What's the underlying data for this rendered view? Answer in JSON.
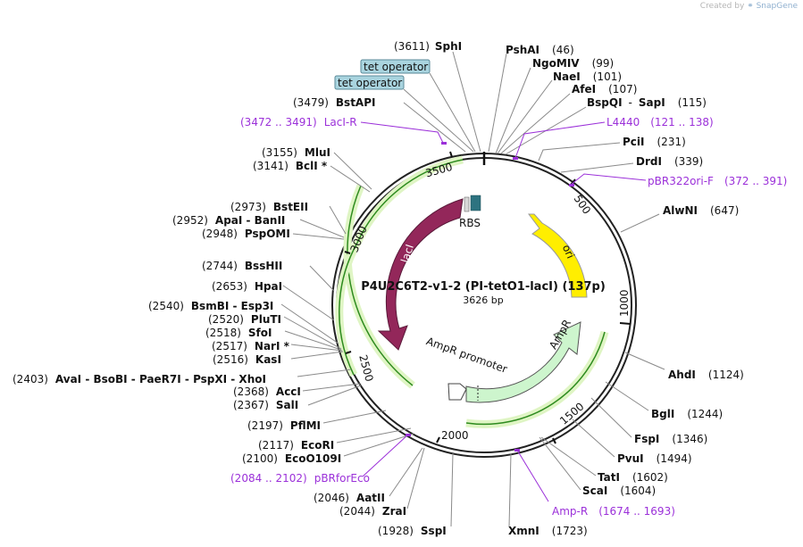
{
  "credit": {
    "text": "Created by",
    "brand": "SnapGene"
  },
  "plasmid": {
    "name": "P4U2C6T2-v1-2 (PI-tetO1-lacI) (137p)",
    "size": "3626 bp"
  },
  "ticks": [
    "500",
    "1000",
    "1500",
    "2000",
    "2500",
    "3000",
    "3500"
  ],
  "features": {
    "lacI": "lacI",
    "ori": "ori",
    "AmpR": "AmpR",
    "AmpR_promoter": "AmpR promoter",
    "RBS": "RBS",
    "tet_operator_1": "tet operator",
    "tet_operator_2": "tet operator"
  },
  "sites": [
    {
      "pos": "(3611)",
      "name": "SphI"
    },
    {
      "pos": "(46)",
      "name": "PshAI"
    },
    {
      "pos": "(99)",
      "name": "NgoMIV"
    },
    {
      "pos": "(101)",
      "name": "NaeI"
    },
    {
      "pos": "(107)",
      "name": "AfeI"
    },
    {
      "pos": "(115)",
      "name": "BspQI",
      "alt": "SapI"
    },
    {
      "pos": "(231)",
      "name": "PciI"
    },
    {
      "pos": "(339)",
      "name": "DrdI"
    },
    {
      "pos": "(647)",
      "name": "AlwNI"
    },
    {
      "pos": "(1124)",
      "name": "AhdI"
    },
    {
      "pos": "(1244)",
      "name": "BglI"
    },
    {
      "pos": "(1346)",
      "name": "FspI"
    },
    {
      "pos": "(1494)",
      "name": "PvuI"
    },
    {
      "pos": "(1602)",
      "name": "TatI"
    },
    {
      "pos": "(1604)",
      "name": "ScaI"
    },
    {
      "pos": "(1723)",
      "name": "XmnI"
    },
    {
      "pos": "(1928)",
      "name": "SspI"
    },
    {
      "pos": "(2044)",
      "name": "ZraI"
    },
    {
      "pos": "(2046)",
      "name": "AatII"
    },
    {
      "pos": "(2100)",
      "name": "EcoO109I"
    },
    {
      "pos": "(2117)",
      "name": "EcoRI"
    },
    {
      "pos": "(2197)",
      "name": "PflMI"
    },
    {
      "pos": "(2367)",
      "name": "SalI"
    },
    {
      "pos": "(2368)",
      "name": "AccI"
    },
    {
      "pos": "(2403)",
      "name": "AvaI - BsoBI - PaeR7I - PspXI - XhoI"
    },
    {
      "pos": "(2516)",
      "name": "KasI"
    },
    {
      "pos": "(2517)",
      "name": "NarI *"
    },
    {
      "pos": "(2518)",
      "name": "SfoI"
    },
    {
      "pos": "(2520)",
      "name": "PluTI"
    },
    {
      "pos": "(2540)",
      "name": "BsmBI - Esp3I"
    },
    {
      "pos": "(2653)",
      "name": "HpaI"
    },
    {
      "pos": "(2744)",
      "name": "BssHII"
    },
    {
      "pos": "(2948)",
      "name": "PspOMI"
    },
    {
      "pos": "(2952)",
      "name": "ApaI - BanII"
    },
    {
      "pos": "(2973)",
      "name": "BstEII"
    },
    {
      "pos": "(3141)",
      "name": "BclI *"
    },
    {
      "pos": "(3155)",
      "name": "MluI"
    },
    {
      "pos": "(3479)",
      "name": "BstAPI"
    }
  ],
  "primers": [
    {
      "name": "L4440",
      "range": "(121 .. 138)"
    },
    {
      "name": "pBR322ori-F",
      "range": "(372 .. 391)"
    },
    {
      "name": "Amp-R",
      "range": "(1674 .. 1693)"
    },
    {
      "name": "pBRforEco",
      "range": "(2084 .. 2102)"
    },
    {
      "name": "LacI-R",
      "range": "(3472 .. 3491)"
    }
  ]
}
